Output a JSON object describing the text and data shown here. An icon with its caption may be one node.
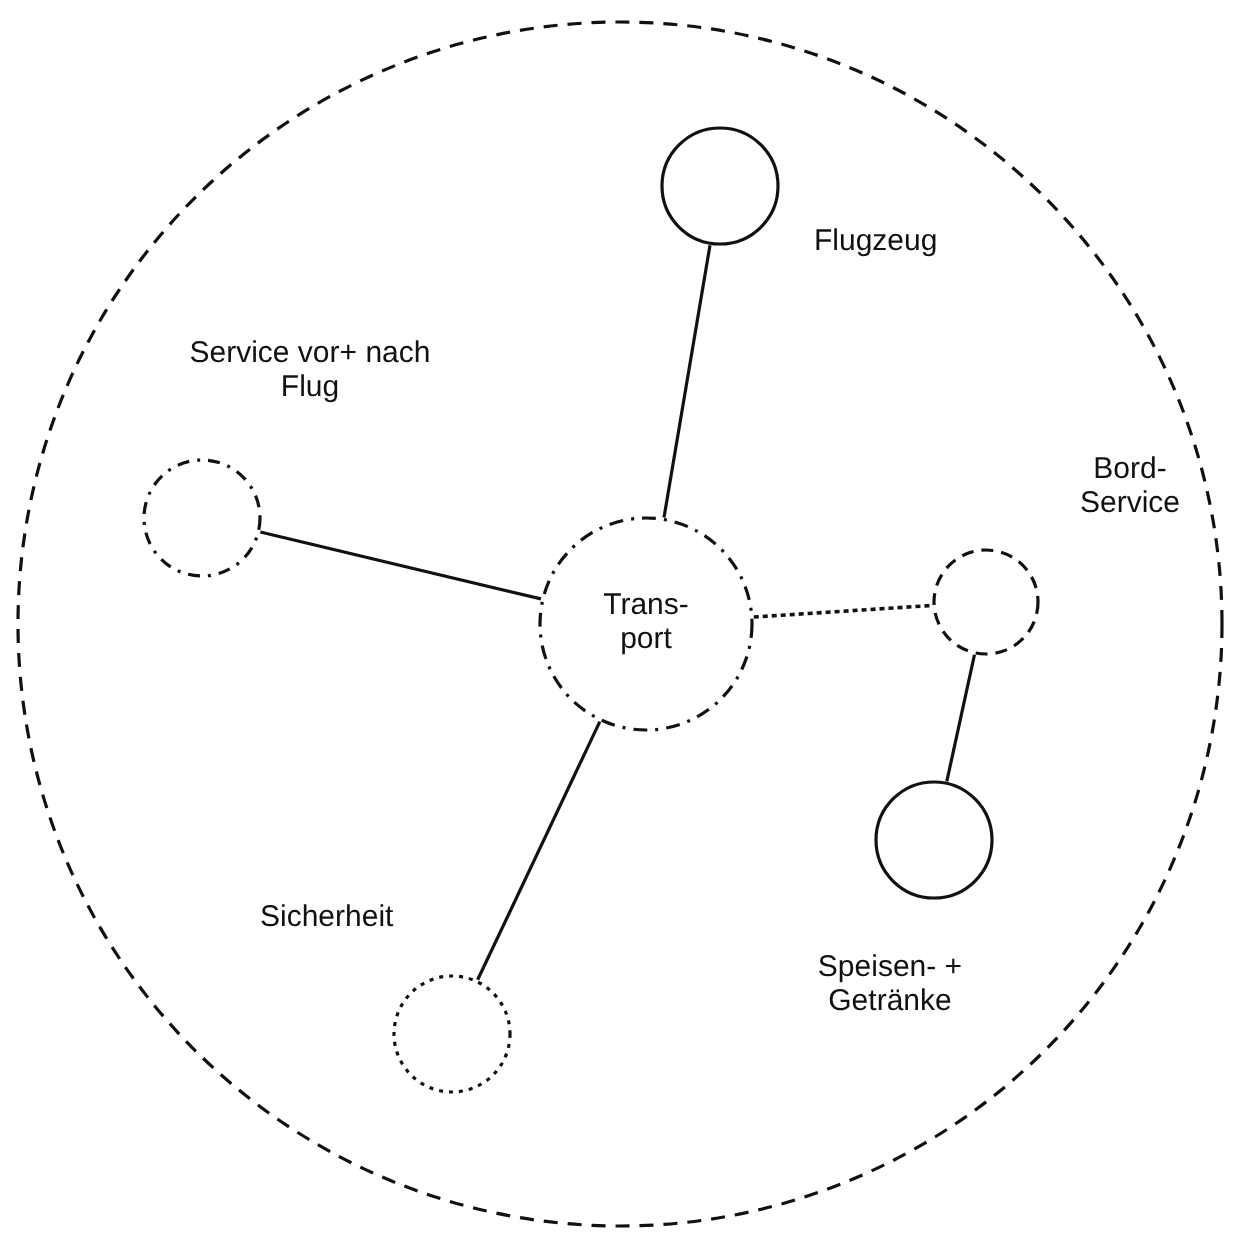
{
  "diagram": {
    "nodes": [
      {
        "text": [],
        "shape": "circle"
      },
      {
        "text": [
          "Flugzeug"
        ],
        "in": 0
      },
      {
        "text": [
          "Service vor+ nach Flug"
        ],
        "in": 0
      },
      {
        "text": [
          "Trans- port"
        ],
        "in": 0
      },
      {
        "text": [
          "Bord- Service"
        ],
        "in": 0
      },
      {
        "text": [
          "Sicherheit"
        ],
        "in": 0
      },
      {
        "text": [
          "Speisen- + Getränke"
        ],
        "in": 0
      }
    ],
    "edges": [
      {
        "from": 3,
        "to": 1,
        "arrow": "none"
      },
      {
        "from": 2,
        "to": 3,
        "arrow": "none"
      },
      {
        "from": 3,
        "to": 4,
        "arrow": "none",
        "style": "dashed"
      },
      {
        "from": 4,
        "to": 6,
        "arrow": "none"
      },
      {
        "from": 3,
        "to": 5,
        "arrow": "none"
      }
    ]
  }
}
